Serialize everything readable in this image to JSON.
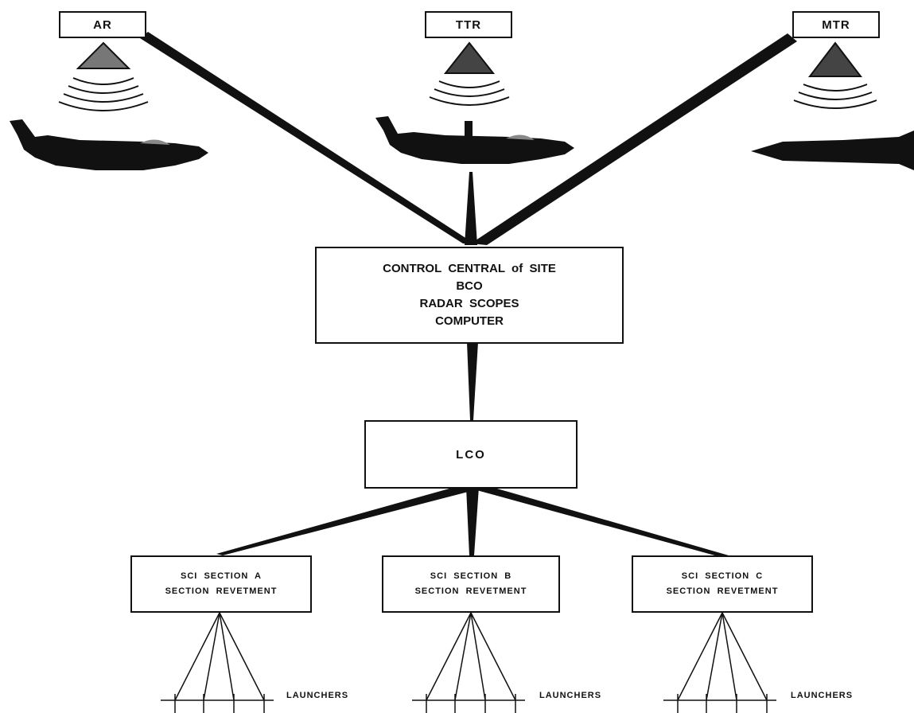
{
  "radars": [
    {
      "label": "AR"
    },
    {
      "label": "TTR"
    },
    {
      "label": "MTR"
    }
  ],
  "control_central": {
    "lines": [
      "CONTROL  CENTRAL  of  SITE",
      "BCO",
      "RADAR  SCOPES",
      "COMPUTER"
    ]
  },
  "lco": {
    "label": "LCO"
  },
  "sections": [
    {
      "line1": "SCI  SECTION  A",
      "line2": "SECTION  REVETMENT",
      "launchers": "LAUNCHERS"
    },
    {
      "line1": "SCI  SECTION  B",
      "line2": "SECTION  REVETMENT",
      "launchers": "LAUNCHERS"
    },
    {
      "line1": "SCI  SECTION  C",
      "line2": "SECTION  REVETMENT",
      "launchers": "LAUNCHERS"
    }
  ],
  "colors": {
    "ink": "#111111",
    "background": "#ffffff"
  }
}
